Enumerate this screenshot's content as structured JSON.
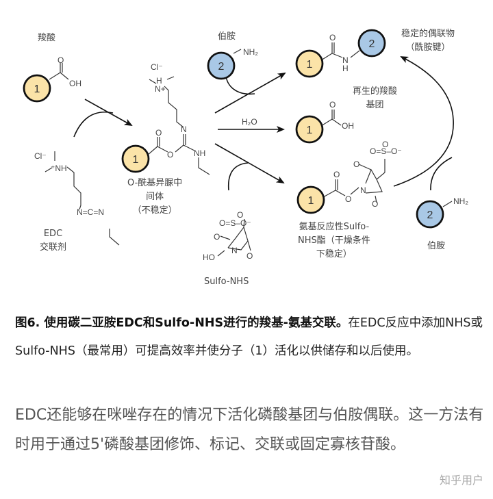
{
  "figure": {
    "labels": {
      "carboxylic_acid": "羧酸",
      "primary_amine_top": "伯胺",
      "stable_conjugate_line1": "稳定的偶联物",
      "stable_conjugate_line2": "（酰胺键）",
      "regenerated_line1": "再生的羧酸",
      "regenerated_line2": "基团",
      "intermediate_line1": "O-酰基异脲中",
      "intermediate_line2": "间体",
      "intermediate_line3": "（不稳定）",
      "edc_line1": "EDC",
      "edc_line2": "交联剂",
      "sulfo_nhs": "Sulfo-NHS",
      "ester_line1": "氨基反应性Sulfo-",
      "ester_line2": "NHS酯（干燥条件",
      "ester_line3": "下稳定）",
      "primary_amine_bottom": "伯胺",
      "water": "H2O"
    },
    "molecule_numbers": {
      "one": "1",
      "two": "2"
    },
    "colors": {
      "molecule_1_fill": "#FBE3A8",
      "molecule_2_fill": "#A9C8E6",
      "outline": "#111111",
      "line": "#222222"
    }
  },
  "caption": {
    "bold_part": "图6.  使用碳二亚胺EDC和Sulfo-NHS进行的羧基-氨基交联。",
    "regular_part": "在EDC反应中添加NHS或Sulfo-NHS（最常用）可提高效率并使分子（1）活化以供储存和以后使用。"
  },
  "body_text": "EDC还能够在咪唑存在的情况下活化磷酸基团与伯胺偶联。这一方法有时用于通过5'磷酸基团修饰、标记、交联或固定寡核苷酸。",
  "watermark": "知乎用户"
}
